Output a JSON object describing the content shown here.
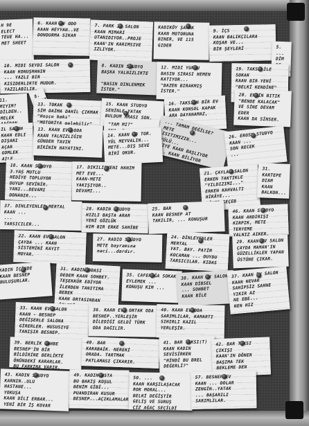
{
  "notes": [
    {
      "text": "H 9E\nELECT\nTEUE HA...\nMET SHEET"
    },
    {
      "text": "6. KAAN EV ODO\nKAAN HEYYAN..VE\nDONDURMA SIKAR"
    },
    {
      "text": "7. PARK IN SALON\nKAAN MIMARI\nUTANIDIYOR..PROJE\nKAAN'IN KARIMSIVE\nIZLIYOR."
    },
    {
      "text": "KADIKÖY ŞAKAK\nKAAN MOTORUNA\nBINER, VE 115\nGIDER"
    },
    {
      "text": "9. İÇS\nKAAN BALIKÇILARA\nKOŞAR VE...\nBİR ŞEYLERİ"
    },
    {
      "text": "5. ...\nDİM DE...\nKARA...\n...YA"
    },
    {
      "text": "10. MIDI SEYDI SALON\nKAAN KONUŞMANIN\n... YAZLI BIR\nKISIDERLIKTE MUDUR.\nYAZILABILIR."
    },
    {
      "text": "8. KADIN STUDYO\nBAŞKA YALNIZLIKTE\n\n\"BASIN DINLENMEK\nİSTER.\""
    },
    {
      "text": "12. MIDI YURDU\nBASIN SIRASI HEMEN\nKATIYOR...\n\"BAZEN BIRAKMIŞ\nİSTER.\""
    },
    {
      "text": "19. TAKSI İLE SOKAK\nKAAN BIR YENİ\n\"BELKİ KENDİNE\"\nIZLEMEK ÇALIŞIR."
    },
    {
      "text": "11. MIYIM?\nDİLDEN..\nMELEK\nAAĞDAN"
    },
    {
      "text": "8. KADIN TASARIM"
    },
    {
      "text": "13. TOKAK\nSİM DAİMA DAHİL ÇIKMAK\n\"Hoşçu bakı\"\n\"MOTORİYA gelebilir\""
    },
    {
      "text": "15. KAAN STUDYO\nSENİNLE YATAK\nBULDUM ARASI SON."
    },
    {
      "text": "16. TAKSIRN BİR EV\nKAAN KONSOL KAPAK\nARA DAYANAMAZ, TEMİN\nALAK."
    },
    {
      "text": "20. ERKİN BITIK\n\"BENDE KALACAK\"\nVE SİNE DEVAM EDER\nKAAN DA SİNSER."
    },
    {
      "text": "IL SALON\nKAAN EDLI\nDIŞARI AÇAR\nGOMLEK AILE\nHAYIR DA\nTEKRAR YERE"
    },
    {
      "text": "13. KAAN EV. ODA\nKAAN YALNIZLIĞIN\nGÜNDEN TAVIN\nBİRİNİN HAYATINI."
    },
    {
      "text": "\"TAM MI?\"\n\"NA, TAMAM\""
    },
    {
      "text": "... TAMAM DEĞİLSE?\nMETE\nISITIMIZIN...\nYÜLÜ...\nTIYE KAAN BAŞLIYOR\n... KAAN BİLİYOR"
    },
    {
      "text": "14. KAAN TO TOR.\nYÜL MEYVALIN...\nMETE...DIŞ SEVE\nBİRİ OKUR."
    },
    {
      "text": "26. EROSK STUDYO\nKAAN ...\nSON RECEK\n..."
    },
    {
      "text": "18. KAAN STUDYO\n3.YAŞ MUTLU\nHEDİYE TOPLUYOR\nDUYUP SEVİNİR.\nYANI...DEVAMI\nDONANIR..."
    },
    {
      "text": "17. DIKILISMENI HANIM\nMET EVE...\nKAAN-METE\nYAKIŞIYOR..\nDEVAMI..."
    },
    {
      "text": "21. ÇAYLAK SALON\nERKEN TAKTIKLE\n\"YILDIZIMI...\"\nERKEN KAHVALTI\nHİKÂYE...\nDİYER GEÇEB\nHAYIR."
    },
    {
      "text": "31. KARTEPE DIAM\nKAAN BALKON..."
    },
    {
      "text": "37. DINLEYENLER MERTAL\nKAAN ...\n...\nTARSICILER..."
    },
    {
      "text": "28. KADIN STUDYO\nHIZLI BAŞTA ARAR\nYENİ GÖZLÜK\nHIM BIR ERKE SAHİBE"
    },
    {
      "text": "25. BAR\nKAAN BESNEP AT\nTAKILIR, ... KONUŞUR"
    },
    {
      "text": "46. KAAN STUDYO\nKAAN ANDIRIŞI\nKIRPIK, METE TERYEME\nYALNIZ AIKER."
    },
    {
      "text": "22. KAAN EV SALON\nÇAYDA ... KAAN\nSİSTEMİNİ KAYIT\nMOYAR."
    },
    {
      "text": "27. RADIO STÜDYO\nMETE bayramına\nnaci...dardır."
    },
    {
      "text": "24. DİNLEYENLER\nMERTAL\nYAT. BAY. PATİM\nKOCAMAN ... DUYDU\nTARSICILAR. KIDAS"
    },
    {
      "text": "29. KAAN EV SALON\nÇAYDA MAMAN'IN\nGÜZELLİKLER YAPAN\nÜSTÜNE ÇIKAR."
    },
    {
      "text": "KADIN İÇİNDE\nKAAN BESNEP\nBULUŞURLAR."
    },
    {
      "text": "31. KADIN ODASI\nDEDEM KAAN SOHBET.\nTEŞEKKÜR EDİYOR\nİLERDEN TANITIMA BEBEK\nKAAN ORTASINDAN\nİZLEDİ..."
    },
    {
      "text": "35. CAFERAĞA SOKAK\nEYLEMEK ...\nKONUŞU KIM ..."
    },
    {
      "text": "38. KAAN EV SALON\nKAAN DİBSEL\n... SOHBET\nKAAN BİLE"
    },
    {
      "text": "37. KAAN EV SALON\nKAAN NEVAR\nSAHİPSİZ SAHNE\nYIKIR AZ\nNE EBE...\nNEN HIZ"
    },
    {
      "text": "33. KAAN EV SALON\nKAAN - BESNEP\nDEĞİŞERLE SALONA\nGİRERLER. HUSUSIYE\nTANIŞIR BESNEP."
    },
    {
      "text": "36. KAAN EV. ORTAK ODA\nBESNEP..YERLEŞİR\nDİLEDİĞİ GELDİ TÜRK\nODA DAĞILIR."
    },
    {
      "text": "40. KAAN EV ODA\nSARIMLILAR, KAMARTI\nSIHIRLI KAZIL\nYERLEŞİR."
    },
    {
      "text": "39. BERLİK SOHBE\nBESNEP'İN BİR\nBİLDİRİNE BERLİKTE\nÖNÜNDEKİ KARARLAR.\nBU FARKINA VARIR."
    },
    {
      "text": "40. BAR\nKAKABAİK. NEREKİ\nORADA. TARTMAK\nPATLAMASI ÇIKARIR."
    },
    {
      "text": "41. BAR TAKSI(T)\nKAAN KADIN\nSEVİSİRKEN\n\"HİNDİ BU BREL\nDEĞERLİ?\""
    },
    {
      "text": "42. BAR TAKSI ÇIKIŞI\nKAAN'IN DÖNER\nBAŞIMA TEK\nBEKLEME DEN\nDAHİLDE."
    },
    {
      "text": "43. KADIN STUDYO\nKARNIN..ULU\nHASTANE...\nYOKUŞA\nKAAN DİLİ ERBAR...\nYENİ BİR İŞ KOVAR"
    },
    {
      "text": "49. KADIN USTA\nBU BAKIŞ KOŞUL\nBENİM GİBİ...\nPUANDIRAN KUSUR\nBESNEP...AÇIKLAMALAR."
    },
    {
      "text": "50. ...\nKAAN KARŞILAŞACAK\nROK MORAL...\nBELKİ DEĞİŞTİR\nGELİŞ VE SURUŞ\nÇİZ AĞAÇ SEÇİLDİ"
    },
    {
      "text": "57. BESNEP EV\nKAAN ... DOLAR\nZENGİN..YATAK\n... BAŞARILI\nSARIMLILAR."
    }
  ]
}
